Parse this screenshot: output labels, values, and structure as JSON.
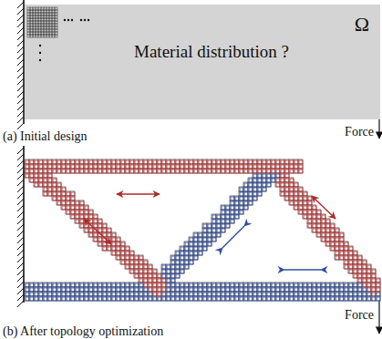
{
  "diagram": {
    "nodes": [
      {
        "text": [
          "Ω",
          "Material distribution ?"
        ]
      }
    ],
    "labels": [
      "(a) Initial design",
      "Force",
      "(b) After topology optimization",
      "Force"
    ]
  }
}
